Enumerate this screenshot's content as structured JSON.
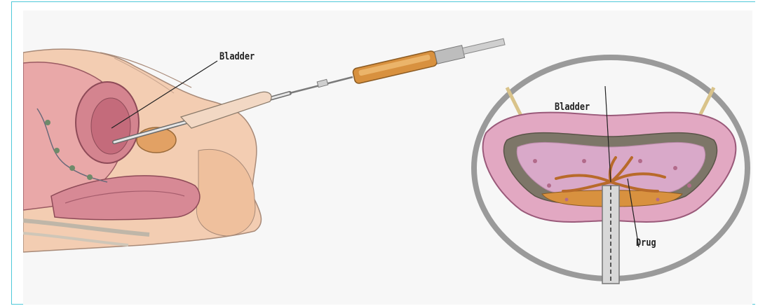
{
  "labels": {
    "left_bladder": "Bladder",
    "right_bladder": "Bladder",
    "drug": "Drug"
  },
  "colors": {
    "frame_border": "#4ec9d9",
    "background": "#f7f7f7",
    "skin": "#f1c3a4",
    "tissue_pink": "#d98a97",
    "tissue_dark": "#b35c6e",
    "syringe": "#d48a3a",
    "lumen": "#7a7466",
    "ring": "#9a9a9a"
  }
}
